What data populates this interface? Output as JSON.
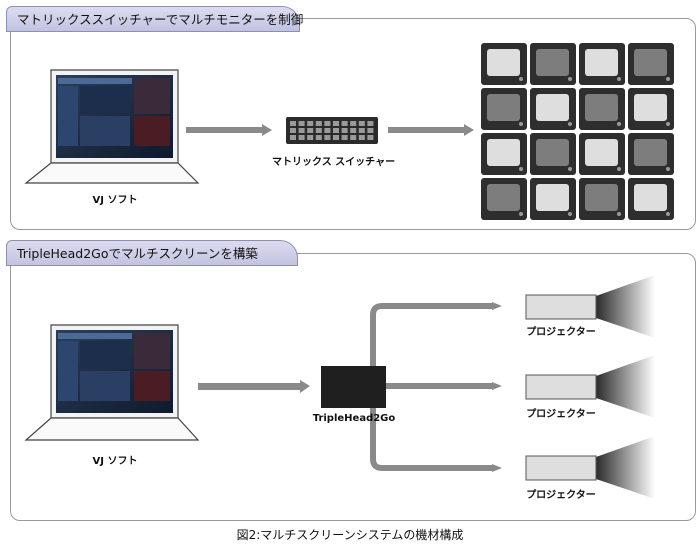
{
  "section1": {
    "title": "マトリックススイッチャーでマルチモニターを制御"
  },
  "section2": {
    "title": "TripleHead2Goでマルチスクリーンを構築"
  },
  "labels": {
    "vj_soft": "VJ ソフト",
    "matrix_switcher": "マトリックス スイッチャー",
    "triplehead": "TripleHead2Go",
    "projector": "プロジェクター"
  },
  "caption": "図2:マルチスクリーンシステムの機材構成"
}
